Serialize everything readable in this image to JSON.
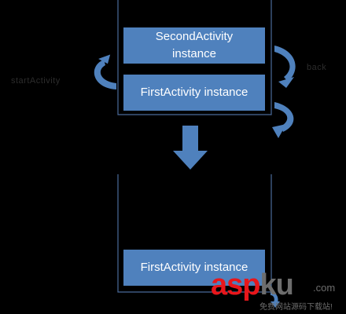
{
  "diagram": {
    "top_stack": {
      "second_activity": "SecondActivity\ninstance",
      "first_activity": "FirstActivity instance"
    },
    "bottom_stack": {
      "first_activity": "FirstActivity instance"
    },
    "labels": {
      "left": "startActivity",
      "right": "back"
    },
    "colors": {
      "box": "#4f81bd",
      "arrow": "#4f81bd",
      "frame": "#4a6a9a"
    }
  },
  "watermark": {
    "brand_red": "asp",
    "brand_gray": "ku",
    "domain": ".com",
    "tagline": "免费网站源码下载站!"
  }
}
